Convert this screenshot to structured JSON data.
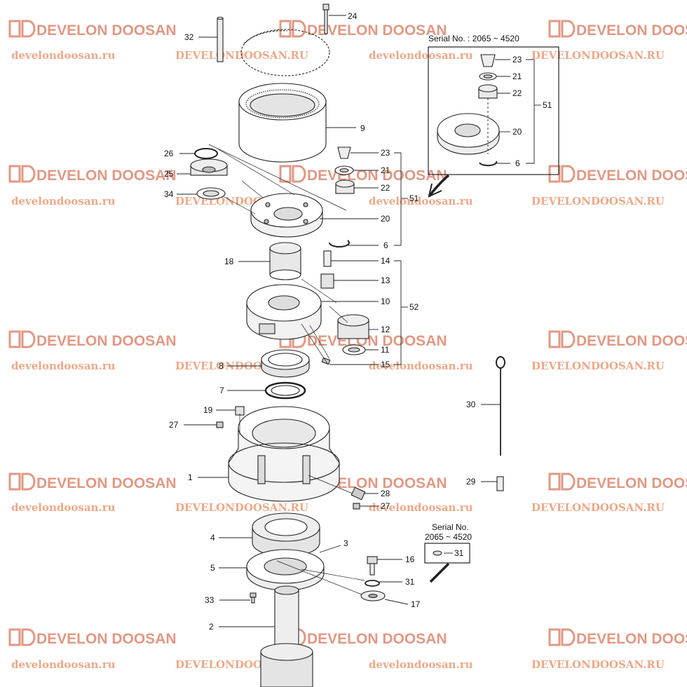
{
  "watermark": {
    "brand": "DEVELON DOOSAN",
    "url_lower": "develondoosan.ru",
    "url_upper": "DEVELONDOOSAN.RU",
    "color": "#d9643a"
  },
  "inset_top": {
    "serial_label": "Serial No. : 2065 ~ 4520"
  },
  "inset_bottom": {
    "serial_line1": "Serial No.",
    "serial_line2": "2065 ~ 4520"
  },
  "callouts": {
    "c1": "1",
    "c2": "2",
    "c3": "3",
    "c4": "4",
    "c5": "5",
    "c6": "6",
    "c7": "7",
    "c8": "8",
    "c9": "9",
    "c10": "10",
    "c11": "11",
    "c12": "12",
    "c13": "13",
    "c14": "14",
    "c15": "15",
    "c16": "16",
    "c17": "17",
    "c18": "18",
    "c19": "19",
    "c20": "20",
    "c21": "21",
    "c22": "22",
    "c23": "23",
    "c24": "24",
    "c25": "25",
    "c26": "26",
    "c27": "27",
    "c28": "28",
    "c29": "29",
    "c30": "30",
    "c31": "31",
    "c32": "32",
    "c33": "33",
    "c34": "34",
    "c51": "51",
    "c52": "52"
  }
}
